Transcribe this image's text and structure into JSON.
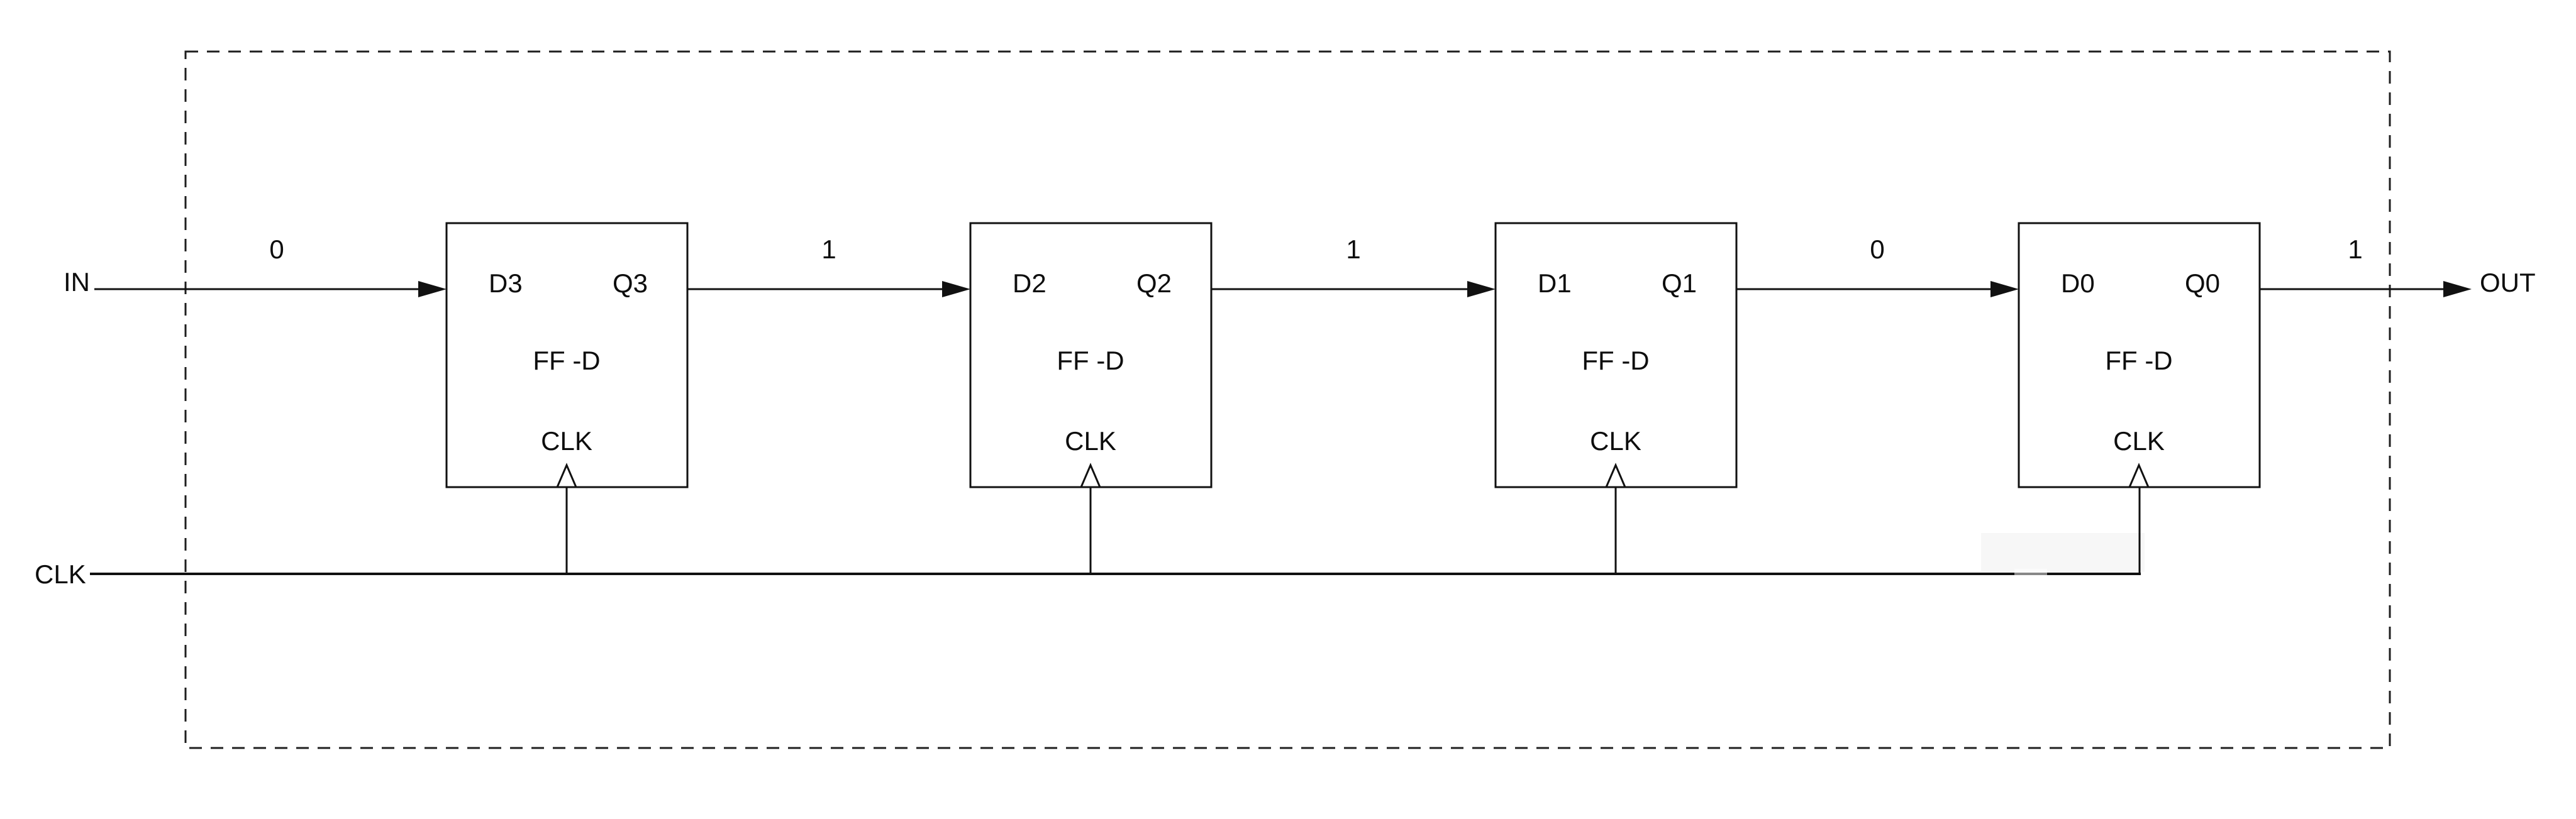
{
  "canvas": {
    "background": "#ffffff",
    "line_color": "#111111"
  },
  "labels": {
    "in": "IN",
    "out": "OUT",
    "clk_rail": "CLK"
  },
  "bits": {
    "in_value": "0",
    "after_ff3": "1",
    "after_ff2": "1",
    "after_ff1": "0",
    "out_value": "1"
  },
  "flipflops": [
    {
      "d": "D3",
      "q": "Q3",
      "type": "FF -D",
      "clk": "CLK"
    },
    {
      "d": "D2",
      "q": "Q2",
      "type": "FF -D",
      "clk": "CLK"
    },
    {
      "d": "D1",
      "q": "Q1",
      "type": "FF -D",
      "clk": "CLK"
    },
    {
      "d": "D0",
      "q": "Q0",
      "type": "FF -D",
      "clk": "CLK"
    }
  ]
}
